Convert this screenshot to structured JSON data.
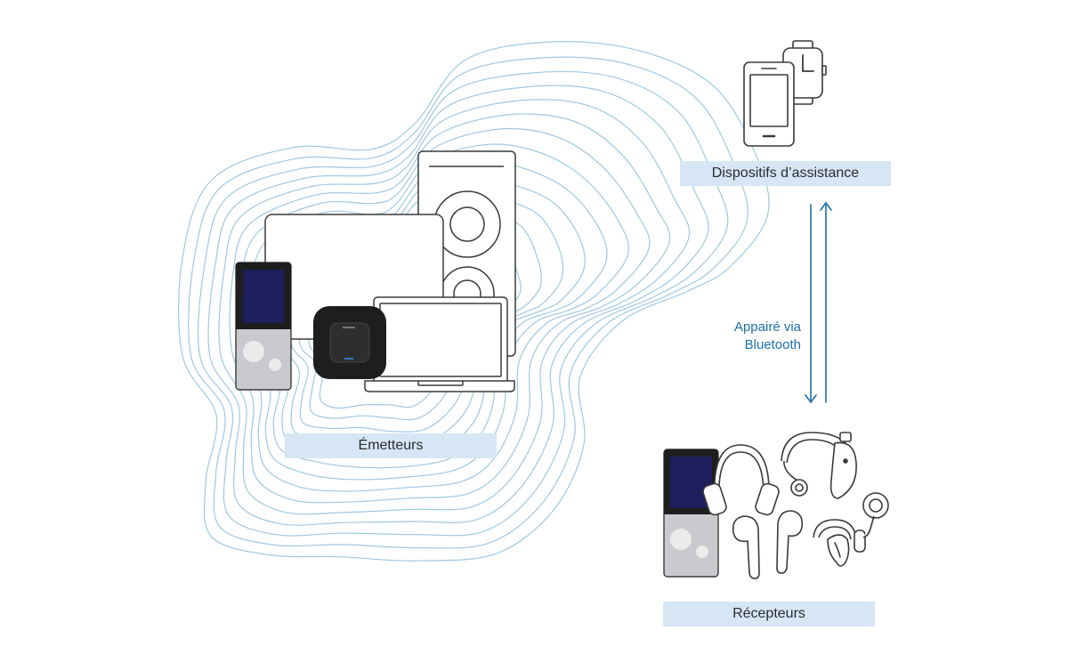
{
  "labels": {
    "assist": "Dispositifs d’assistance",
    "emitters": "Émetteurs",
    "receivers": "Récepteurs"
  },
  "pairing": {
    "line1": "Appairé via",
    "line2": "Bluetooth"
  },
  "colors": {
    "wave": "#9fc8e3",
    "label_bg": "#d6e6f5",
    "arrow": "#1e6fa8",
    "outline": "#3a3a3a",
    "screen": "#1c1f5c",
    "player_body": "#c9cacd",
    "hub": "#1e1e1e"
  },
  "icons": [
    "smartphone-icon",
    "smartwatch-icon",
    "speaker-icon",
    "tv-icon",
    "laptop-icon",
    "media-player-icon",
    "bluetooth-hub-icon",
    "headphones-icon",
    "hearing-aid-icon",
    "earbud-icon",
    "cochlear-implant-icon"
  ]
}
